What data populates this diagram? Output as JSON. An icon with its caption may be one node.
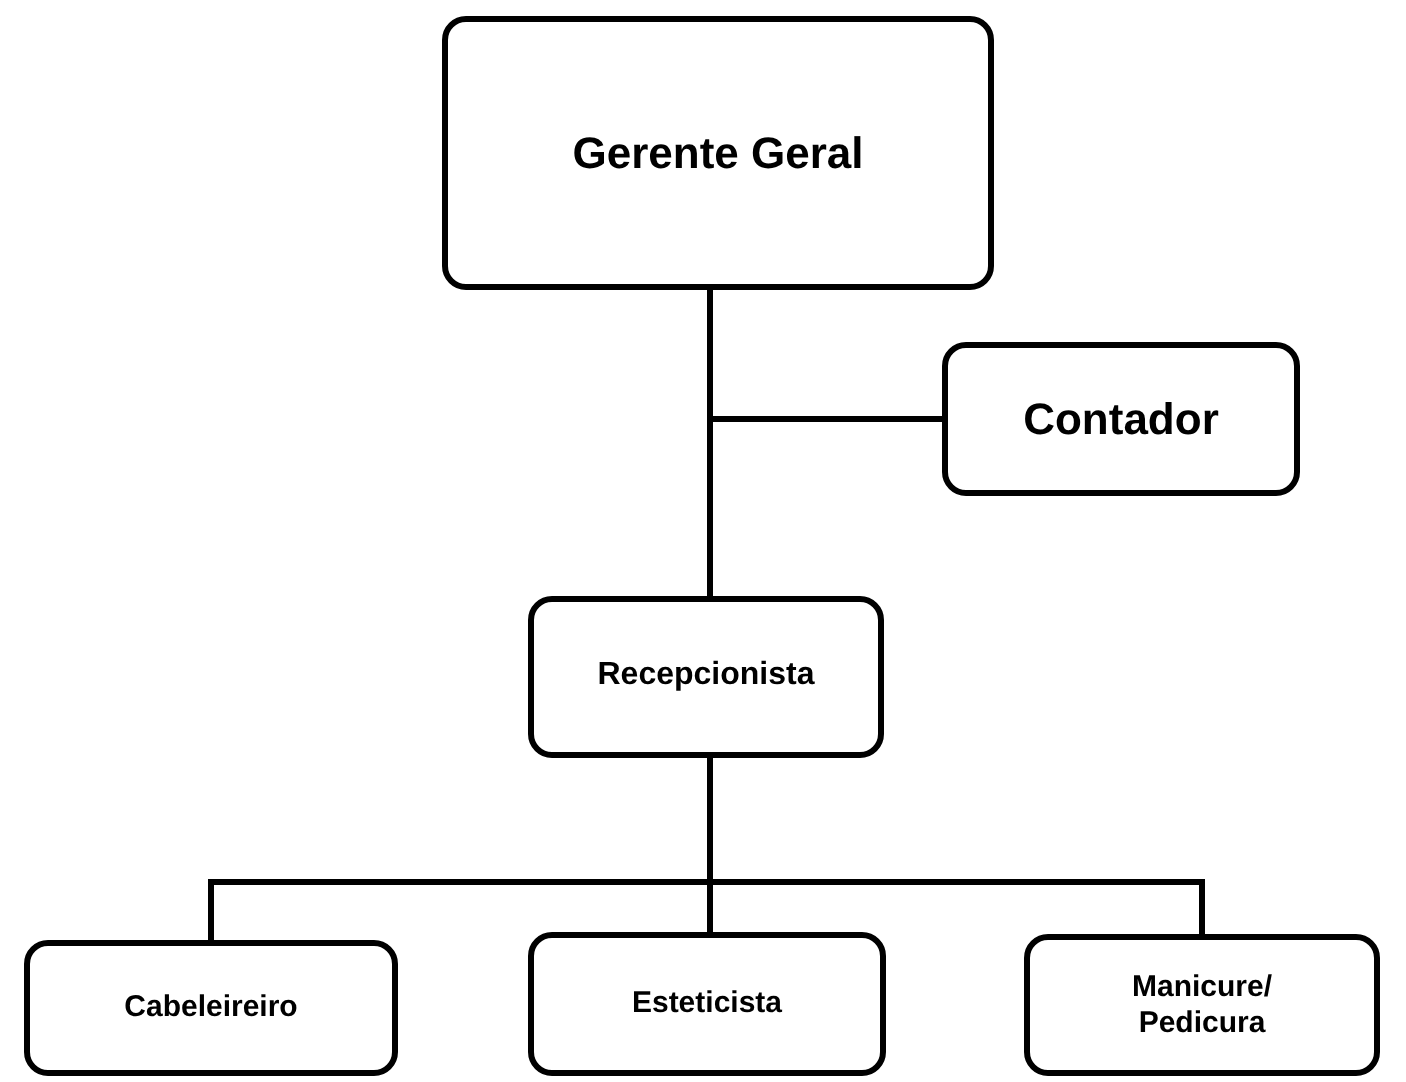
{
  "diagram": {
    "nodes": [
      {
        "text": [
          "Gerente Geral"
        ]
      },
      {
        "text": [
          "Contador"
        ]
      },
      {
        "text": [
          "Recepcionista"
        ]
      },
      {
        "text": [
          "Cabeleireiro"
        ]
      },
      {
        "text": [
          "Esteticista"
        ]
      },
      {
        "text": [
          "Manicure/ Pedicura"
        ]
      }
    ],
    "edges": [
      {
        "from": 0,
        "to": 1,
        "arrow": "none"
      },
      {
        "from": 0,
        "to": 2,
        "arrow": "none"
      },
      {
        "from": 2,
        "to": 3,
        "arrow": "none"
      },
      {
        "from": 2,
        "to": 4,
        "arrow": "none"
      },
      {
        "from": 2,
        "to": 5,
        "arrow": "none"
      }
    ]
  }
}
